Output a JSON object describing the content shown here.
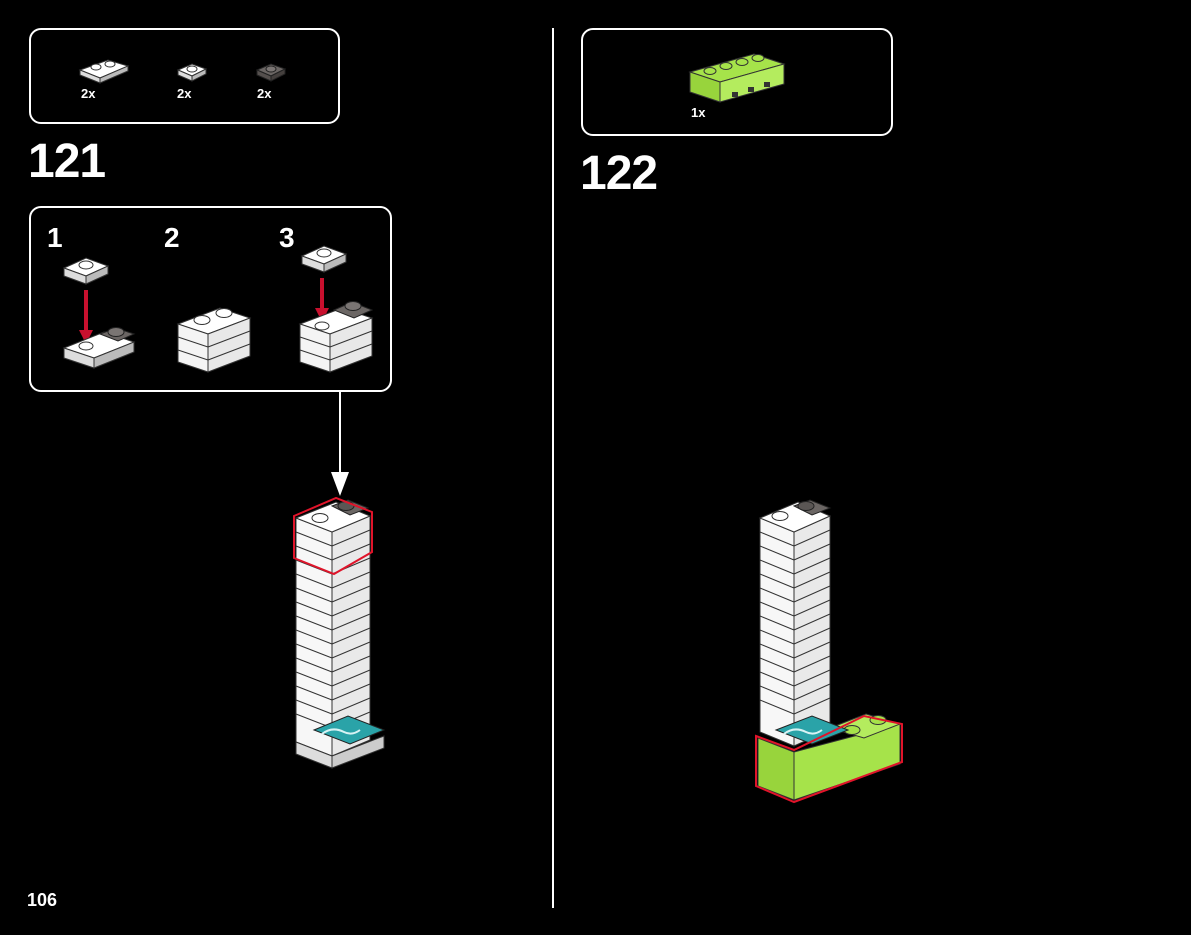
{
  "page": {
    "number": "106"
  },
  "colors": {
    "background": "#000000",
    "white_brick": "#ffffff",
    "dark_brick": "#5a5654",
    "lime_brick": "#a6e34a",
    "teal_tile": "#2aa3a8",
    "arrow_red": "#c8102e",
    "highlight_red": "#e0142a"
  },
  "step121": {
    "number": "121",
    "parts": [
      {
        "icon": "white-plate-1x2-icon",
        "qty": "2x"
      },
      {
        "icon": "white-plate-1x1-icon",
        "qty": "2x"
      },
      {
        "icon": "dark-grey-plate-1x1-icon",
        "qty": "2x"
      }
    ],
    "substeps": [
      {
        "label": "1"
      },
      {
        "label": "2"
      },
      {
        "label": "3"
      }
    ]
  },
  "step122": {
    "number": "122",
    "parts": [
      {
        "icon": "lime-brick-1x4-icon",
        "qty": "1x"
      }
    ]
  }
}
